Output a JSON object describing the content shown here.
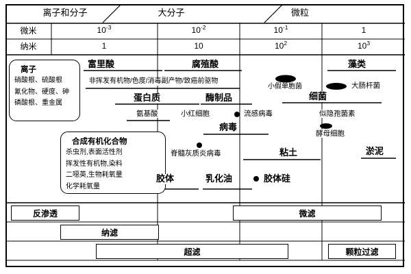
{
  "header": {
    "col1": "离子和分子",
    "col2": "大分子",
    "col3": "微粒"
  },
  "scale": {
    "micron_label": "微米",
    "nano_label": "纳米",
    "micron": [
      {
        "base": "10",
        "exp": "-3"
      },
      {
        "base": "10",
        "exp": "-2"
      },
      {
        "base": "10",
        "exp": "-1"
      },
      {
        "base": "1",
        "exp": ""
      }
    ],
    "nano": [
      {
        "base": "1",
        "exp": ""
      },
      {
        "base": "10",
        "exp": ""
      },
      {
        "base": "10",
        "exp": "2"
      },
      {
        "base": "10",
        "exp": "3"
      }
    ]
  },
  "ions_box": {
    "title": "离子",
    "lines": [
      "硝酸根、硫酸根",
      "氰化物、硬度、砷",
      "磷酸根、重金属"
    ]
  },
  "organics_box": {
    "title": "合成有机化合物",
    "lines": [
      "杀虫剂,表面活性剂",
      "挥发性有机物,染料",
      "二噁英,生物耗氧量",
      "化学耗氧量"
    ]
  },
  "substances": {
    "fulvic_acid": "富里酸",
    "humic_acid": "腐殖酸",
    "algae": "藻类",
    "nonvolatile_organics": "非挥发有机物/色度/消毒副产物/致癌前驱物",
    "pseudomonas": "小假单胞菌",
    "e_coli": "大肠杆菌",
    "protein": "蛋白质",
    "enzymes": "酶制品",
    "bacteria": "细菌",
    "amino_acids": "氨基酸",
    "red_cells": "小红细胞",
    "influenza_virus": "流感病毒",
    "cryptosporidium": "似隐孢菌素",
    "virus": "病毒",
    "yeast_cells": "酵母细胞",
    "polio_virus": "脊髓灰质炎病毒",
    "clay": "粘土",
    "silt": "淤泥",
    "colloid": "胶体",
    "emulsified_oil": "乳化油",
    "colloidal_silica": "胶体硅"
  },
  "filtration": {
    "reverse_osmosis": "反渗透",
    "nanofiltration": "纳滤",
    "ultrafiltration": "超滤",
    "microfiltration": "微滤",
    "granular_filtration": "颗粒过滤"
  },
  "colors": {
    "line": "#000000",
    "background": "#ffffff"
  }
}
